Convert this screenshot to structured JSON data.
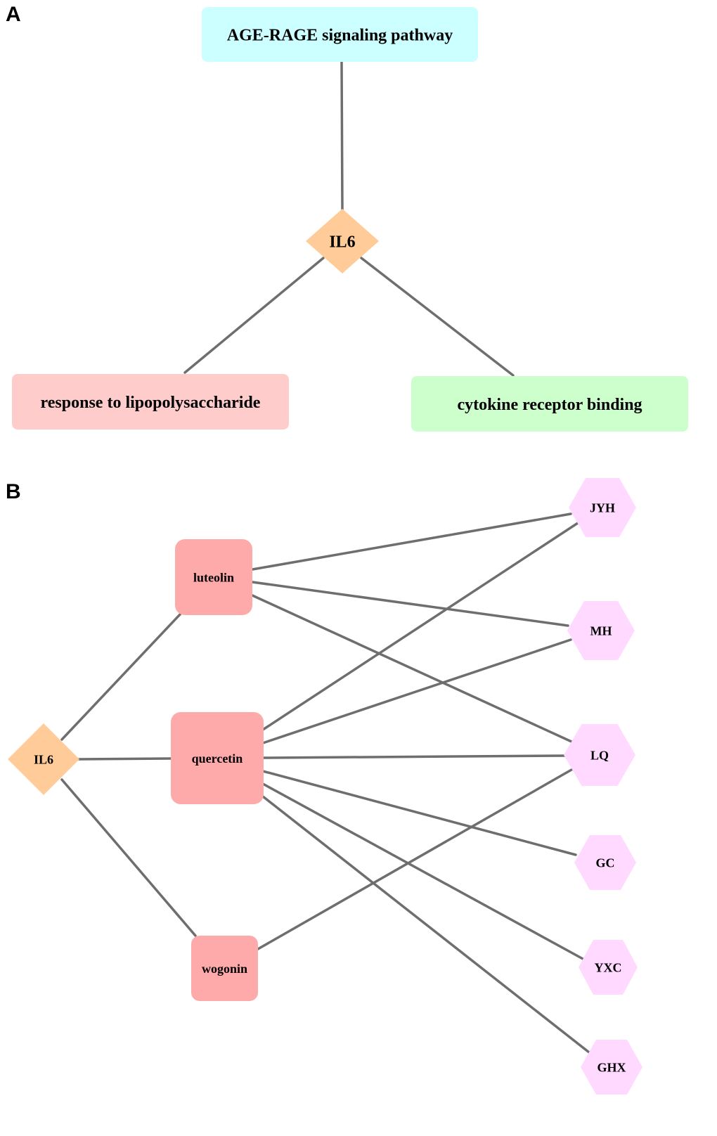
{
  "panels": [
    {
      "label": "A",
      "nodes": [
        {
          "id": "age-rage",
          "label": "AGE-RAGE signaling pathway",
          "shape": "round-rect",
          "category": "pathway",
          "color": "#ccffff"
        },
        {
          "id": "il6",
          "label": "IL6",
          "shape": "diamond",
          "category": "target",
          "color": "#ffcc99"
        },
        {
          "id": "lps",
          "label": "response to lipopolysaccharide",
          "shape": "round-rect",
          "category": "biological-process",
          "color": "#ffcccc"
        },
        {
          "id": "cytokine",
          "label": "cytokine receptor binding",
          "shape": "round-rect",
          "category": "molecular-function",
          "color": "#ccffcc"
        }
      ],
      "edges": [
        [
          "age-rage",
          "il6"
        ],
        [
          "il6",
          "lps"
        ],
        [
          "il6",
          "cytokine"
        ]
      ]
    },
    {
      "label": "B",
      "nodes": [
        {
          "id": "il6b",
          "label": "IL6",
          "shape": "diamond",
          "category": "target",
          "color": "#ffcc99"
        },
        {
          "id": "luteolin",
          "label": "luteolin",
          "shape": "round-square",
          "category": "compound",
          "color": "#ffaaaa"
        },
        {
          "id": "quercetin",
          "label": "quercetin",
          "shape": "round-square",
          "category": "compound",
          "color": "#ffaaaa"
        },
        {
          "id": "wogonin",
          "label": "wogonin",
          "shape": "round-square",
          "category": "compound",
          "color": "#ffaaaa"
        },
        {
          "id": "jyh",
          "label": "JYH",
          "shape": "hexagon",
          "category": "herb",
          "color": "#ffd9ff"
        },
        {
          "id": "mh",
          "label": "MH",
          "shape": "hexagon",
          "category": "herb",
          "color": "#ffd9ff"
        },
        {
          "id": "lq",
          "label": "LQ",
          "shape": "hexagon",
          "category": "herb",
          "color": "#ffd9ff"
        },
        {
          "id": "gc",
          "label": "GC",
          "shape": "hexagon",
          "category": "herb",
          "color": "#ffd9ff"
        },
        {
          "id": "yxc",
          "label": "YXC",
          "shape": "hexagon",
          "category": "herb",
          "color": "#ffd9ff"
        },
        {
          "id": "ghx",
          "label": "GHX",
          "shape": "hexagon",
          "category": "herb",
          "color": "#ffd9ff"
        }
      ],
      "edges": [
        [
          "il6b",
          "luteolin"
        ],
        [
          "il6b",
          "quercetin"
        ],
        [
          "il6b",
          "wogonin"
        ],
        [
          "luteolin",
          "jyh"
        ],
        [
          "luteolin",
          "mh"
        ],
        [
          "luteolin",
          "lq"
        ],
        [
          "quercetin",
          "jyh"
        ],
        [
          "quercetin",
          "mh"
        ],
        [
          "quercetin",
          "lq"
        ],
        [
          "quercetin",
          "gc"
        ],
        [
          "quercetin",
          "yxc"
        ],
        [
          "quercetin",
          "ghx"
        ],
        [
          "wogonin",
          "lq"
        ]
      ]
    }
  ],
  "edge_color": "#6e6e6e"
}
